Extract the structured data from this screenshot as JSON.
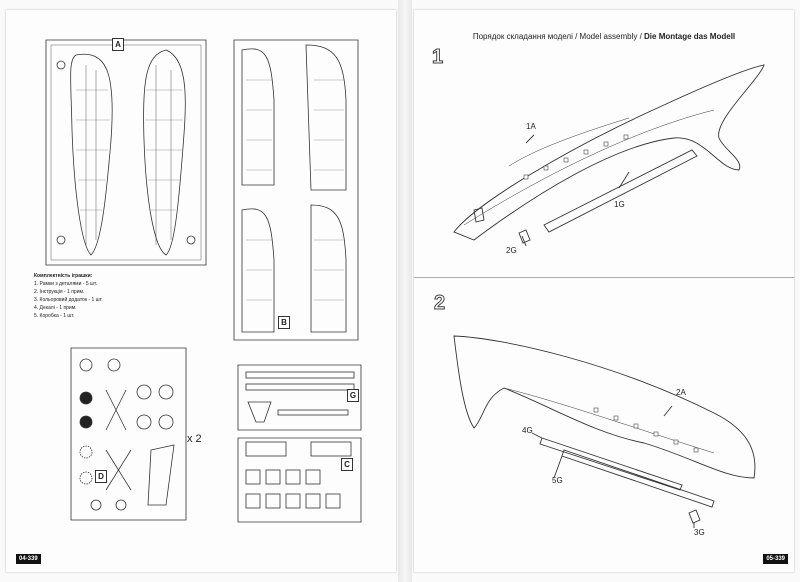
{
  "header": {
    "title_ua": "Порядок складання моделі",
    "title_en": "Model assembly",
    "title_de": "Die Montage das Modell",
    "separator": " / "
  },
  "kit_contents": {
    "title": "Комплектність іграшки:",
    "items": [
      "1. Рамки з деталями - 5 шт.",
      "2. Інструкція - 1 прим.",
      "3. Кольоровий додаток - 1 шт.",
      "4. Декалі - 1 прим.",
      "5. Коробка - 1 шт."
    ]
  },
  "sprues": {
    "a": "A",
    "b": "B",
    "c": "C",
    "d": "D",
    "g": "G",
    "multiplier": "x 2"
  },
  "steps": [
    {
      "number": "1",
      "labels": [
        "1A",
        "1G",
        "2G"
      ]
    },
    {
      "number": "2",
      "labels": [
        "2A",
        "4G",
        "5G",
        "3G"
      ]
    }
  ],
  "pages": {
    "left_number": "04-339",
    "right_number": "05-339"
  }
}
